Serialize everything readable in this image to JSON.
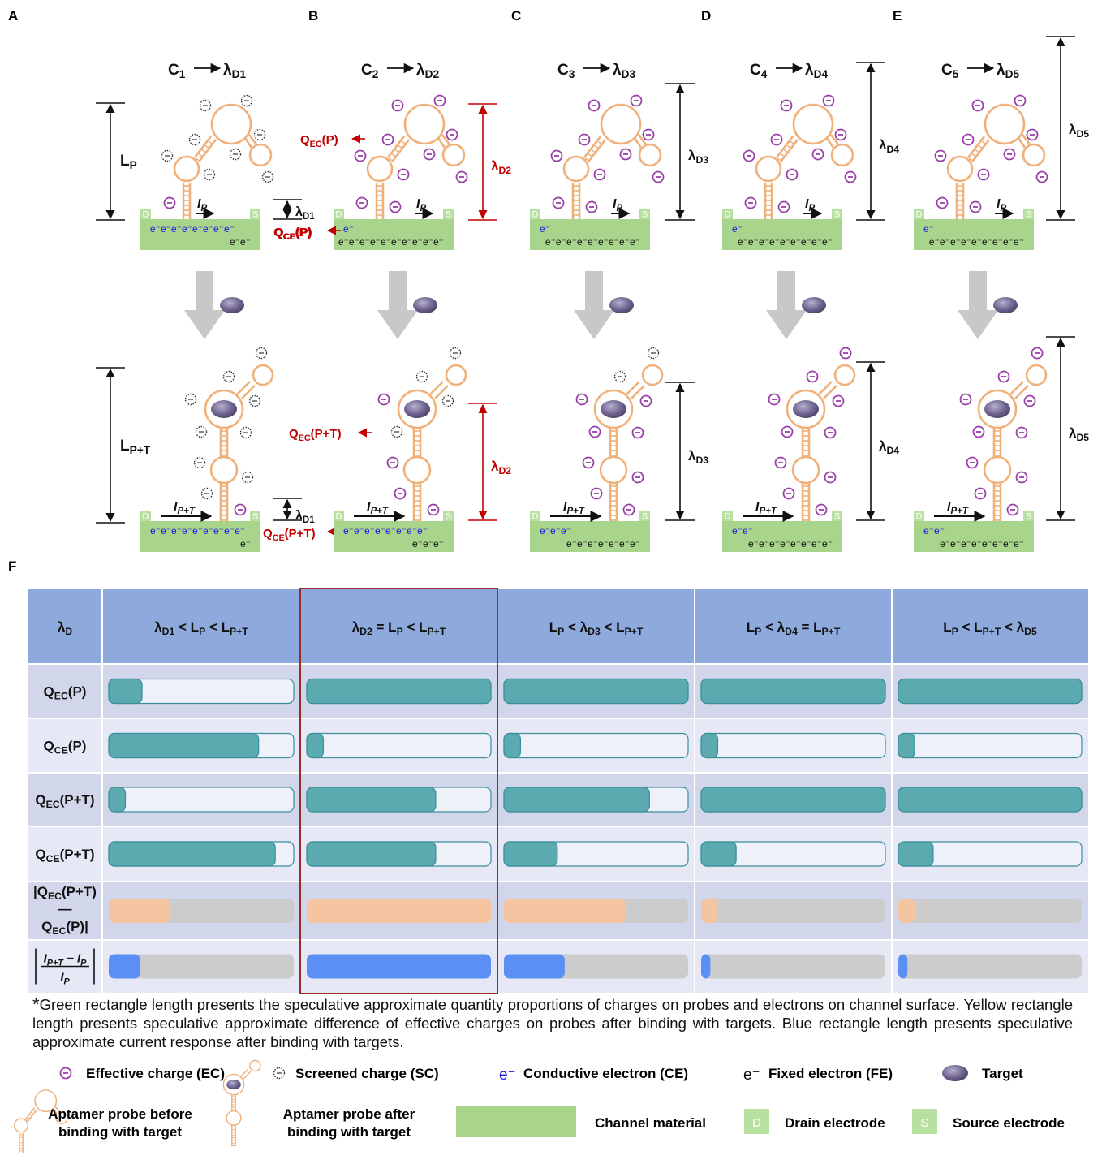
{
  "panels": [
    {
      "letter": "A",
      "c": "C",
      "csub": "1",
      "dsub": "D1",
      "top_len": "L",
      "top_len_sub": "P",
      "bot_len": "L",
      "bot_len_sub": "P+T",
      "qec_p": "",
      "qce_p": "Q",
      "qce_p_sub": "CE",
      "qce_p_tail": "(P)",
      "qec_pt": "",
      "qce_pt": "Q",
      "qce_pt_sub": "CE",
      "qce_pt_tail": "(P+T)",
      "d_small": "D1",
      "chan_top_p": "e⁻e⁻e⁻e⁻e⁻e⁻e⁻e⁻",
      "chan_bot_p": "e⁻e⁻",
      "chan_top_pt": "e⁻e⁻e⁻e⁻e⁻e⁻e⁻e⁻e⁻",
      "chan_bot_pt": "e⁻"
    },
    {
      "letter": "B",
      "c": "C",
      "csub": "2",
      "dsub": "D2",
      "len": "D2",
      "qec_p": "Q",
      "qec_p_sub": "EC",
      "qec_p_tail": "(P)",
      "qce_p": "Q",
      "qce_p_sub": "CE",
      "qce_p_tail": "(P)",
      "qec_pt": "Q",
      "qec_pt_sub": "EC",
      "qec_pt_tail": "(P+T)",
      "qce_pt": "Q",
      "qce_pt_sub": "CE",
      "qce_pt_tail": "(P+T)",
      "chan_top_p": "e⁻",
      "chan_bot_p": "e⁻e⁻e⁻e⁻e⁻e⁻e⁻e⁻e⁻e⁻",
      "chan_top_pt": "e⁻e⁻e⁻e⁻e⁻e⁻e⁻e⁻",
      "chan_bot_pt": "e⁻e⁻e⁻"
    },
    {
      "letter": "C",
      "c": "C",
      "csub": "3",
      "dsub": "D3",
      "len": "D3",
      "chan_top_p": "e⁻",
      "chan_bot_p": "e⁻e⁻e⁻e⁻e⁻e⁻e⁻e⁻e⁻",
      "chan_top_pt": "e⁻e⁻e⁻",
      "chan_bot_pt": "e⁻e⁻e⁻e⁻e⁻e⁻e⁻"
    },
    {
      "letter": "D",
      "c": "C",
      "csub": "4",
      "dsub": "D4",
      "len": "D4",
      "chan_top_p": "e⁻",
      "chan_bot_p": "e⁻e⁻e⁻e⁻e⁻e⁻e⁻e⁻e⁻",
      "chan_top_pt": "e⁻e⁻",
      "chan_bot_pt": "e⁻e⁻e⁻e⁻e⁻e⁻e⁻e⁻"
    },
    {
      "letter": "E",
      "c": "C",
      "csub": "5",
      "dsub": "D5",
      "len": "D5",
      "chan_top_p": "e⁻",
      "chan_bot_p": "e⁻e⁻e⁻e⁻e⁻e⁻e⁻e⁻e⁻",
      "chan_top_pt": "e⁻e⁻",
      "chan_bot_pt": "e⁻e⁻e⁻e⁻e⁻e⁻e⁻e⁻"
    }
  ],
  "lambda": "λ",
  "current_p": "I",
  "current_p_sub": "P",
  "current_pt": "I",
  "current_pt_sub": "P+T",
  "drain": "D",
  "source": "S",
  "panel_f": "F",
  "table": {
    "header": [
      {
        "parts": [
          [
            "λ",
            ""
          ],
          [
            "D",
            "sub"
          ]
        ]
      },
      {
        "parts": [
          [
            "λ",
            ""
          ],
          [
            "D1",
            "sub"
          ],
          [
            " < L",
            ""
          ],
          [
            "P",
            "sub"
          ],
          [
            " < L",
            ""
          ],
          [
            "P+T",
            "sub"
          ]
        ]
      },
      {
        "parts": [
          [
            "λ",
            ""
          ],
          [
            "D2",
            "sub"
          ],
          [
            " = L",
            ""
          ],
          [
            "P",
            "sub"
          ],
          [
            " < L",
            ""
          ],
          [
            "P+T",
            "sub"
          ]
        ]
      },
      {
        "parts": [
          [
            "L",
            ""
          ],
          [
            "P",
            "sub"
          ],
          [
            " < λ",
            ""
          ],
          [
            "D3",
            "sub"
          ],
          [
            " < L",
            ""
          ],
          [
            "P+T",
            "sub"
          ]
        ]
      },
      {
        "parts": [
          [
            "L",
            ""
          ],
          [
            "P",
            "sub"
          ],
          [
            " < λ",
            ""
          ],
          [
            "D4",
            "sub"
          ],
          [
            " = L",
            ""
          ],
          [
            "P+T",
            "sub"
          ]
        ]
      },
      {
        "parts": [
          [
            "L",
            ""
          ],
          [
            "P",
            "sub"
          ],
          [
            " < L",
            ""
          ],
          [
            "P+T",
            "sub"
          ],
          [
            " < λ",
            ""
          ],
          [
            "D5",
            "sub"
          ]
        ]
      }
    ],
    "rows": [
      {
        "label": [
          [
            "Q",
            ""
          ],
          [
            "EC",
            "sub"
          ],
          [
            "(P)",
            ""
          ]
        ],
        "kind": "green",
        "values": [
          0.18,
          1.0,
          1.0,
          1.0,
          1.0
        ]
      },
      {
        "label": [
          [
            "Q",
            ""
          ],
          [
            "CE",
            "sub"
          ],
          [
            "(P)",
            ""
          ]
        ],
        "kind": "green",
        "values": [
          0.81,
          0.09,
          0.09,
          0.09,
          0.09
        ]
      },
      {
        "label": [
          [
            "Q",
            ""
          ],
          [
            "EC",
            "sub"
          ],
          [
            "(P+T)",
            ""
          ]
        ],
        "kind": "green",
        "values": [
          0.09,
          0.7,
          0.79,
          1.0,
          1.0
        ]
      },
      {
        "label": [
          [
            "Q",
            ""
          ],
          [
            "CE",
            "sub"
          ],
          [
            "(P+T)",
            ""
          ]
        ],
        "kind": "green",
        "values": [
          0.9,
          0.7,
          0.29,
          0.19,
          0.19
        ]
      },
      {
        "label_lines": [
          [
            [
              "|Q",
              ""
            ],
            [
              "EC",
              "sub"
            ],
            [
              "(P+T)",
              ""
            ]
          ],
          [
            [
              "—",
              ""
            ]
          ],
          [
            [
              "Q",
              ""
            ],
            [
              "EC",
              "sub"
            ],
            [
              "(P)|",
              ""
            ]
          ]
        ],
        "kind": "orange",
        "values": [
          0.33,
          1.0,
          0.66,
          0.09,
          0.09
        ]
      },
      {
        "label_frac": {
          "num": [
            [
              "I",
              ""
            ],
            [
              "P+T",
              "sub"
            ],
            [
              " − I",
              ""
            ],
            [
              "P",
              "sub"
            ]
          ],
          "den": [
            [
              "I",
              ""
            ],
            [
              "P",
              "sub"
            ]
          ]
        },
        "kind": "blue",
        "values": [
          0.17,
          1.0,
          0.33,
          0.05,
          0.05
        ]
      }
    ]
  },
  "note_star": "*",
  "note": "Green rectangle length presents the speculative approximate quantity proportions of charges on probes and electrons on channel surface. Yellow rectangle length presents speculative approximate difference of effective charges on probes after binding with targets. Blue rectangle length presents speculative approximate current response after binding with targets.",
  "legend": {
    "ec": "Effective charge (EC)",
    "sc": "Screened charge (SC)",
    "ce_sym": "e⁻",
    "ce": "Conductive electron (CE)",
    "fe_sym": "e⁻",
    "fe": "Fixed electron (FE)",
    "target": "Target",
    "probe_before": [
      "Aptamer probe before",
      "binding with target"
    ],
    "probe_after": [
      "Aptamer probe after",
      "binding with target"
    ],
    "channel": "Channel material",
    "drain": "Drain electrode",
    "source": "Source electrode",
    "d": "D",
    "s": "S"
  },
  "colors": {
    "probe": "#f0b07a",
    "ec": "#9a3fa8",
    "channel": "#a8d48c",
    "electrode": "#b8e0a0",
    "teal": "#5aaab0",
    "teal_light": "#eef0fa",
    "orange": "#f5c4a0",
    "blue": "#5b8ff5",
    "gray": "#cccccc",
    "header": "#8eaadc",
    "row_a": "#d2d6ea",
    "row_b": "#e6e9f5",
    "red": "#c00000",
    "box": "#9a2c2c",
    "target": "#6e6490"
  }
}
